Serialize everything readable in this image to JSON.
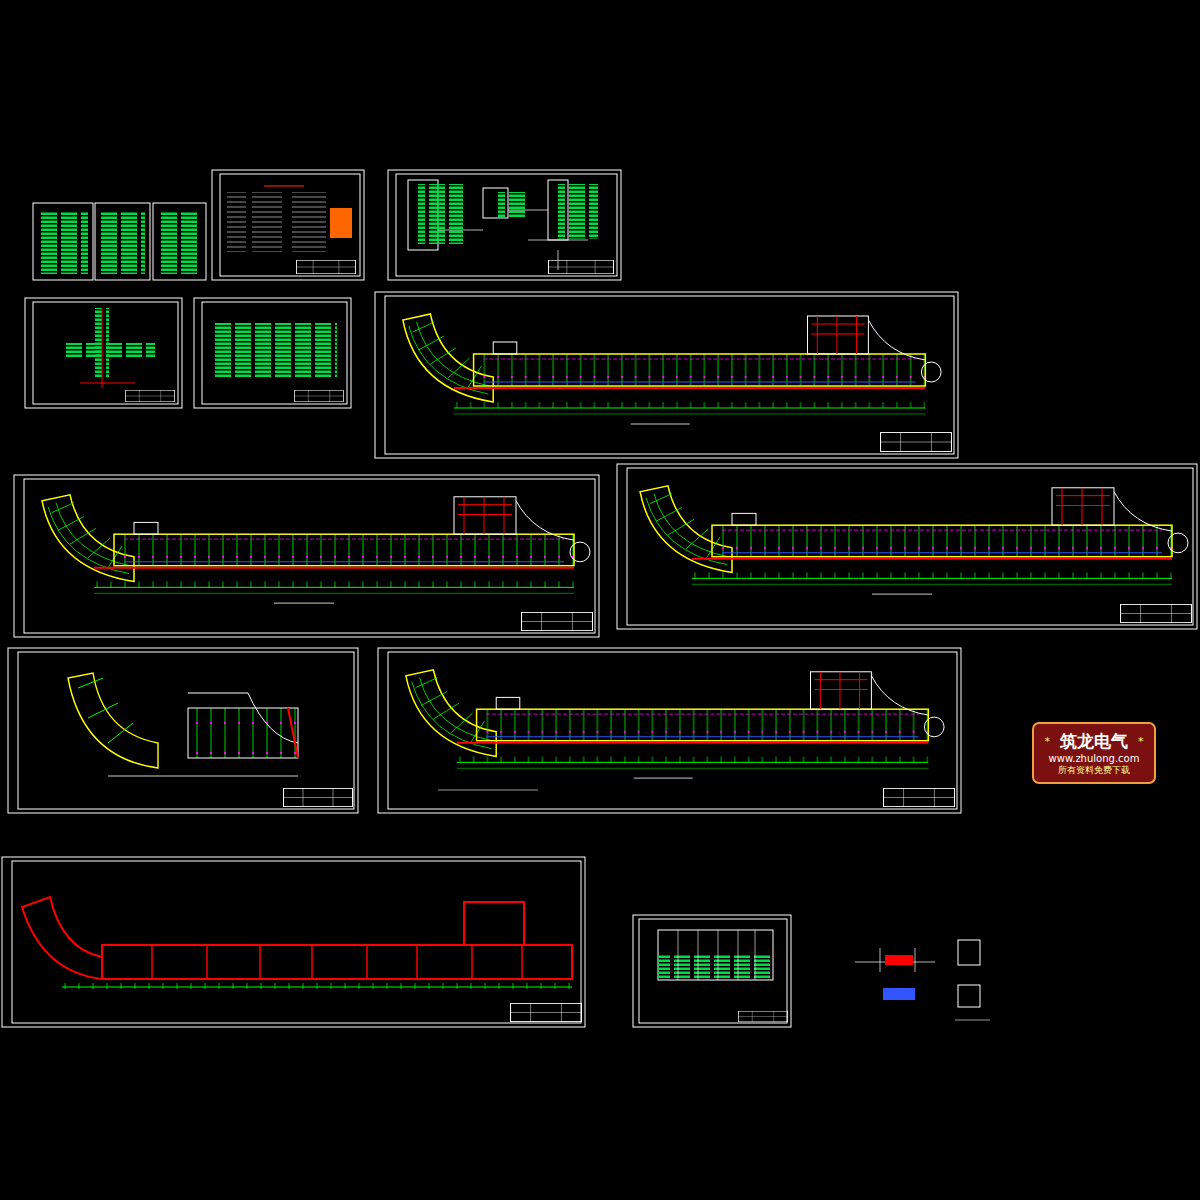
{
  "diagram": {
    "nodes": [
      {
        "text": [
          "*",
          "筑龙电气",
          "*",
          "www.zhulong.com",
          "所有资料免费下载"
        ]
      }
    ]
  }
}
